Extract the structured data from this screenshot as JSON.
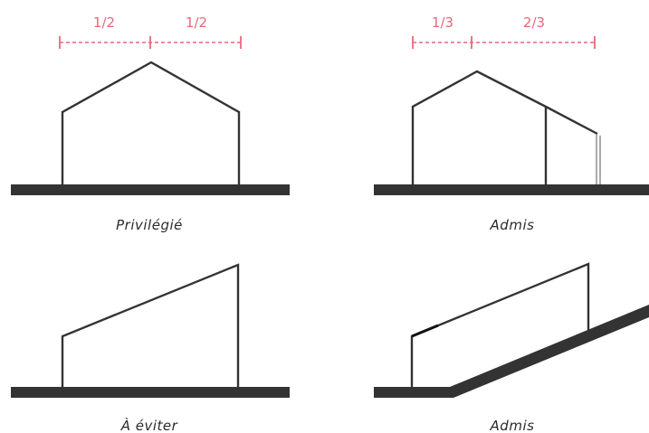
{
  "colors": {
    "accent": "#e8677a",
    "line": "#333333",
    "ground": "#333333",
    "caption": "#2b2b2b"
  },
  "panels": [
    {
      "id": "symmetric-gable",
      "caption": "Privilégié",
      "dimensions": [
        "1/2",
        "1/2"
      ]
    },
    {
      "id": "asymmetric-gable",
      "caption": "Admis",
      "dimensions": [
        "1/3",
        "2/3"
      ]
    },
    {
      "id": "single-slope-flat",
      "caption": "À éviter",
      "dimensions": []
    },
    {
      "id": "single-slope-hillside",
      "caption": "Admis",
      "dimensions": []
    }
  ]
}
